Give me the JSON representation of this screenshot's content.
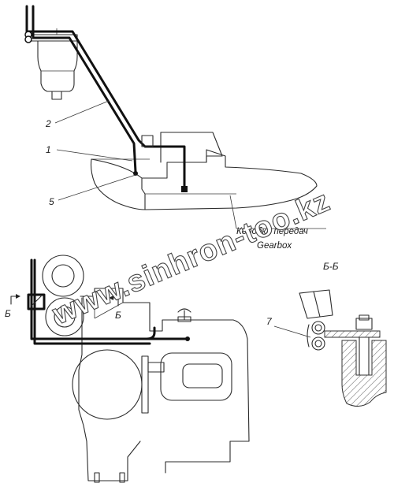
{
  "callouts": {
    "c1": "1",
    "c2": "2",
    "c5": "5",
    "c7": "7"
  },
  "caption": {
    "ru": "Коробка передач",
    "en": "Gearbox"
  },
  "section": {
    "title": "Б-Б",
    "mark_left": "Б",
    "mark_right": "Б"
  },
  "watermark": "www.sinhron-too.kz",
  "colors": {
    "line": "#2b2b2b",
    "hose": "#111111",
    "background": "#ffffff"
  }
}
